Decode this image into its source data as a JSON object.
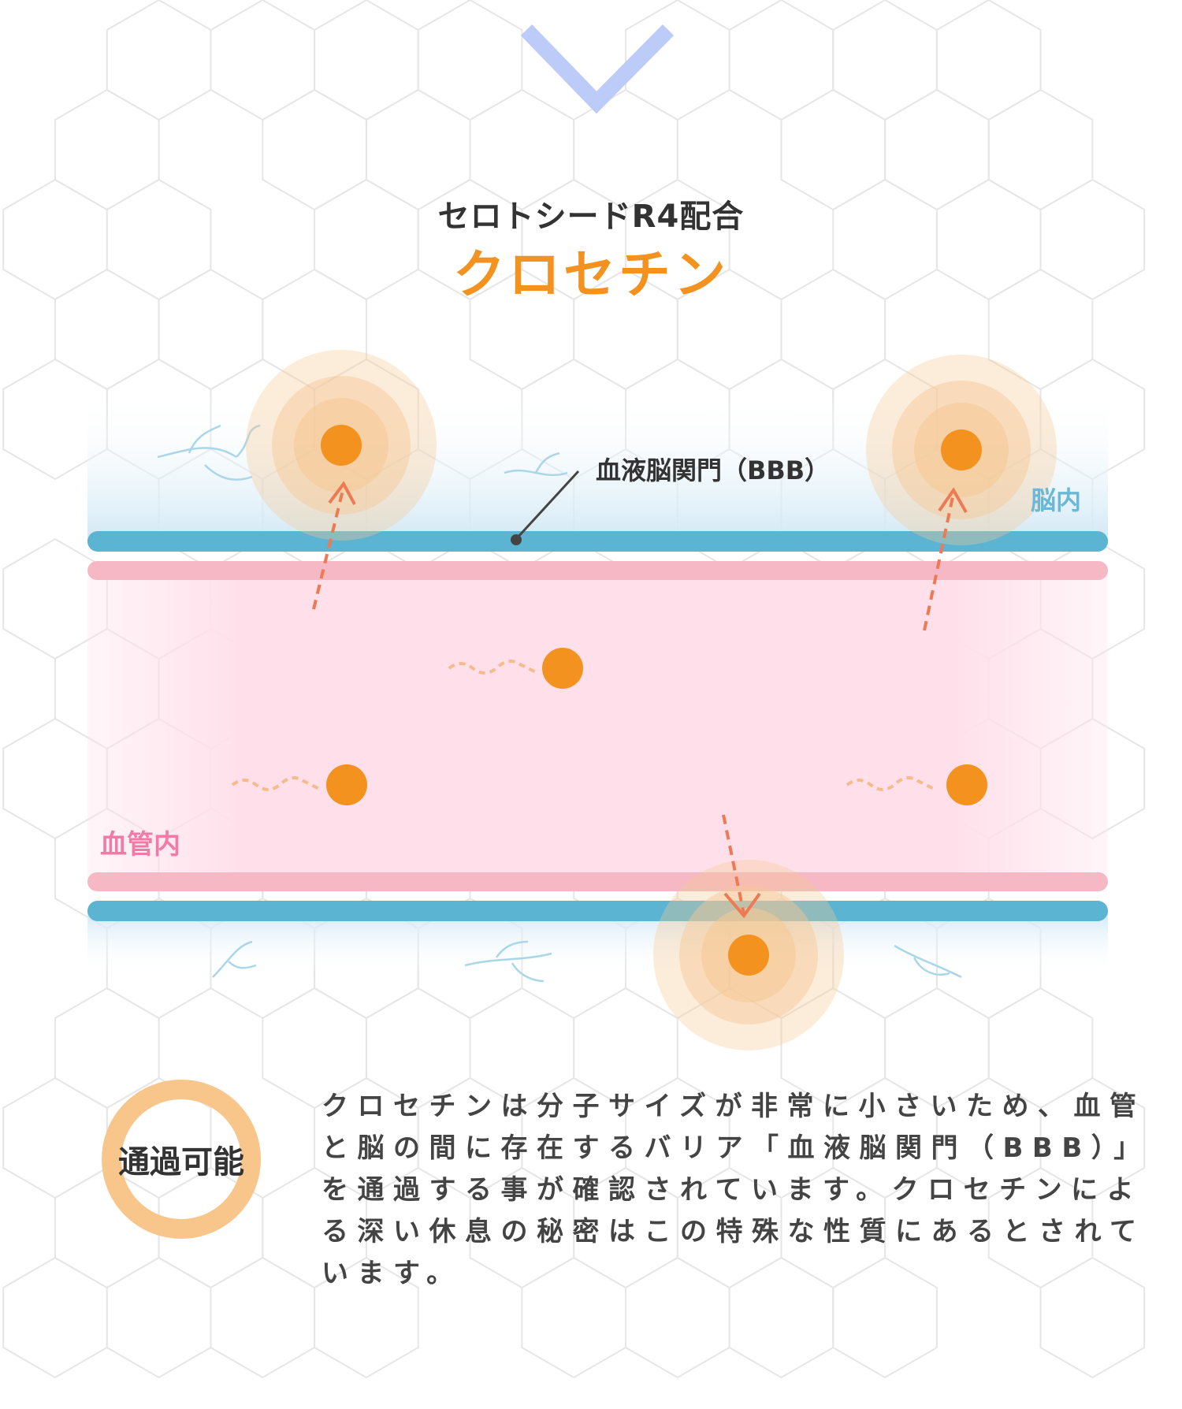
{
  "header": {
    "subtitle": "セロトシードR4配合",
    "title": "クロセチン"
  },
  "diagram": {
    "barrier_label": "血液脳関門（BBB）",
    "brain_label": "脳内",
    "vessel_label": "血管内"
  },
  "result": {
    "badge": "通過可能",
    "description": "クロセチンは分子サイズが非常に小さいため、血管と脳の間に存在するバリア「血液脳関門（BBB）」を通過する事が確認されています。クロセチンによる深い休息の秘密はこの特殊な性質にあるとされています。"
  },
  "colors": {
    "accent": "#f3921f",
    "chevron": "#bccbf7",
    "barrier_blue": "#5ab4d2",
    "vessel_pink": "#f6b8c4",
    "badge_ring": "#f8c58a"
  }
}
